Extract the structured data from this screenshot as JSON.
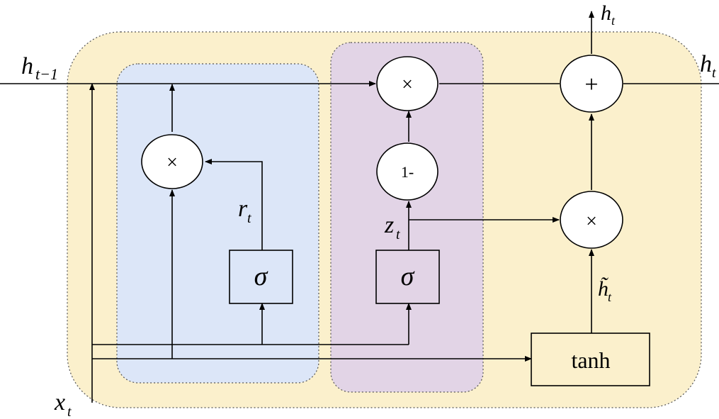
{
  "labels": {
    "h_prev_main": "h",
    "h_prev_sub": "t−1",
    "h_out_right_main": "h",
    "h_out_right_sub": "t",
    "h_out_top_main": "h",
    "h_out_top_sub": "t",
    "x_main": "x",
    "x_sub": "t",
    "r_main": "r",
    "r_sub": "t",
    "z_main": "z",
    "z_sub": "t",
    "htilde_main": "h̃",
    "htilde_sub": "t"
  },
  "ops": {
    "reset_multiply": "×",
    "update_multiply": "×",
    "one_minus": "1-",
    "candidate_multiply": "×",
    "add": "+",
    "reset_sigma": "σ",
    "update_sigma": "σ",
    "tanh": "tanh"
  },
  "colors": {
    "cell_fill": "#fbf0cc",
    "reset_region_fill": "#dce6f8",
    "update_region_fill": "#e2d4e6",
    "node_fill": "#ffffff",
    "line": "#000000"
  }
}
